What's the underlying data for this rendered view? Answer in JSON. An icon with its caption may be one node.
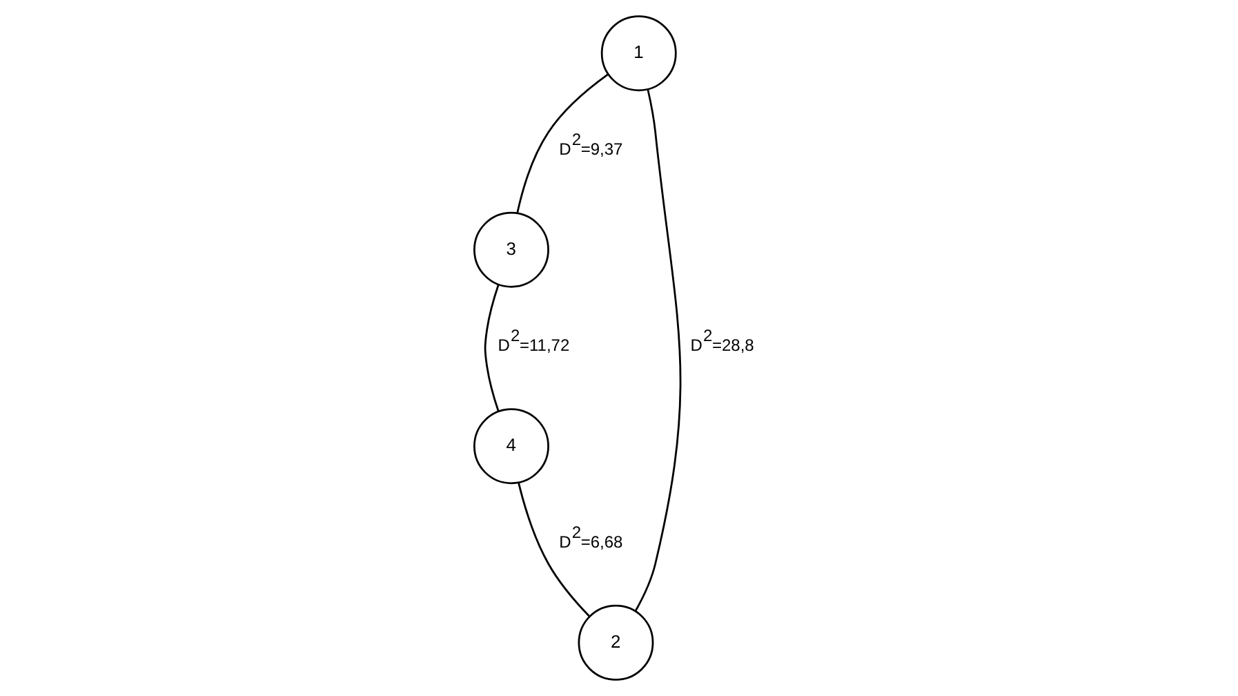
{
  "diagram": {
    "nodes": [
      {
        "text": [
          "1"
        ]
      },
      {
        "text": [
          "3"
        ]
      },
      {
        "text": [
          "4"
        ]
      },
      {
        "text": [
          "2"
        ]
      }
    ],
    "edges": [
      {
        "from": 0,
        "to": 1,
        "arrow": "none",
        "label": "D$^{2}$=9,37"
      },
      {
        "from": 0,
        "to": 3,
        "arrow": "none",
        "label": "D$^{2}$=28,8"
      },
      {
        "from": 1,
        "to": 2,
        "arrow": "none",
        "label": "D$^{2}$=11,72"
      },
      {
        "from": 2,
        "to": 3,
        "arrow": "none",
        "label": "D$^{2}$=6,68"
      }
    ]
  }
}
